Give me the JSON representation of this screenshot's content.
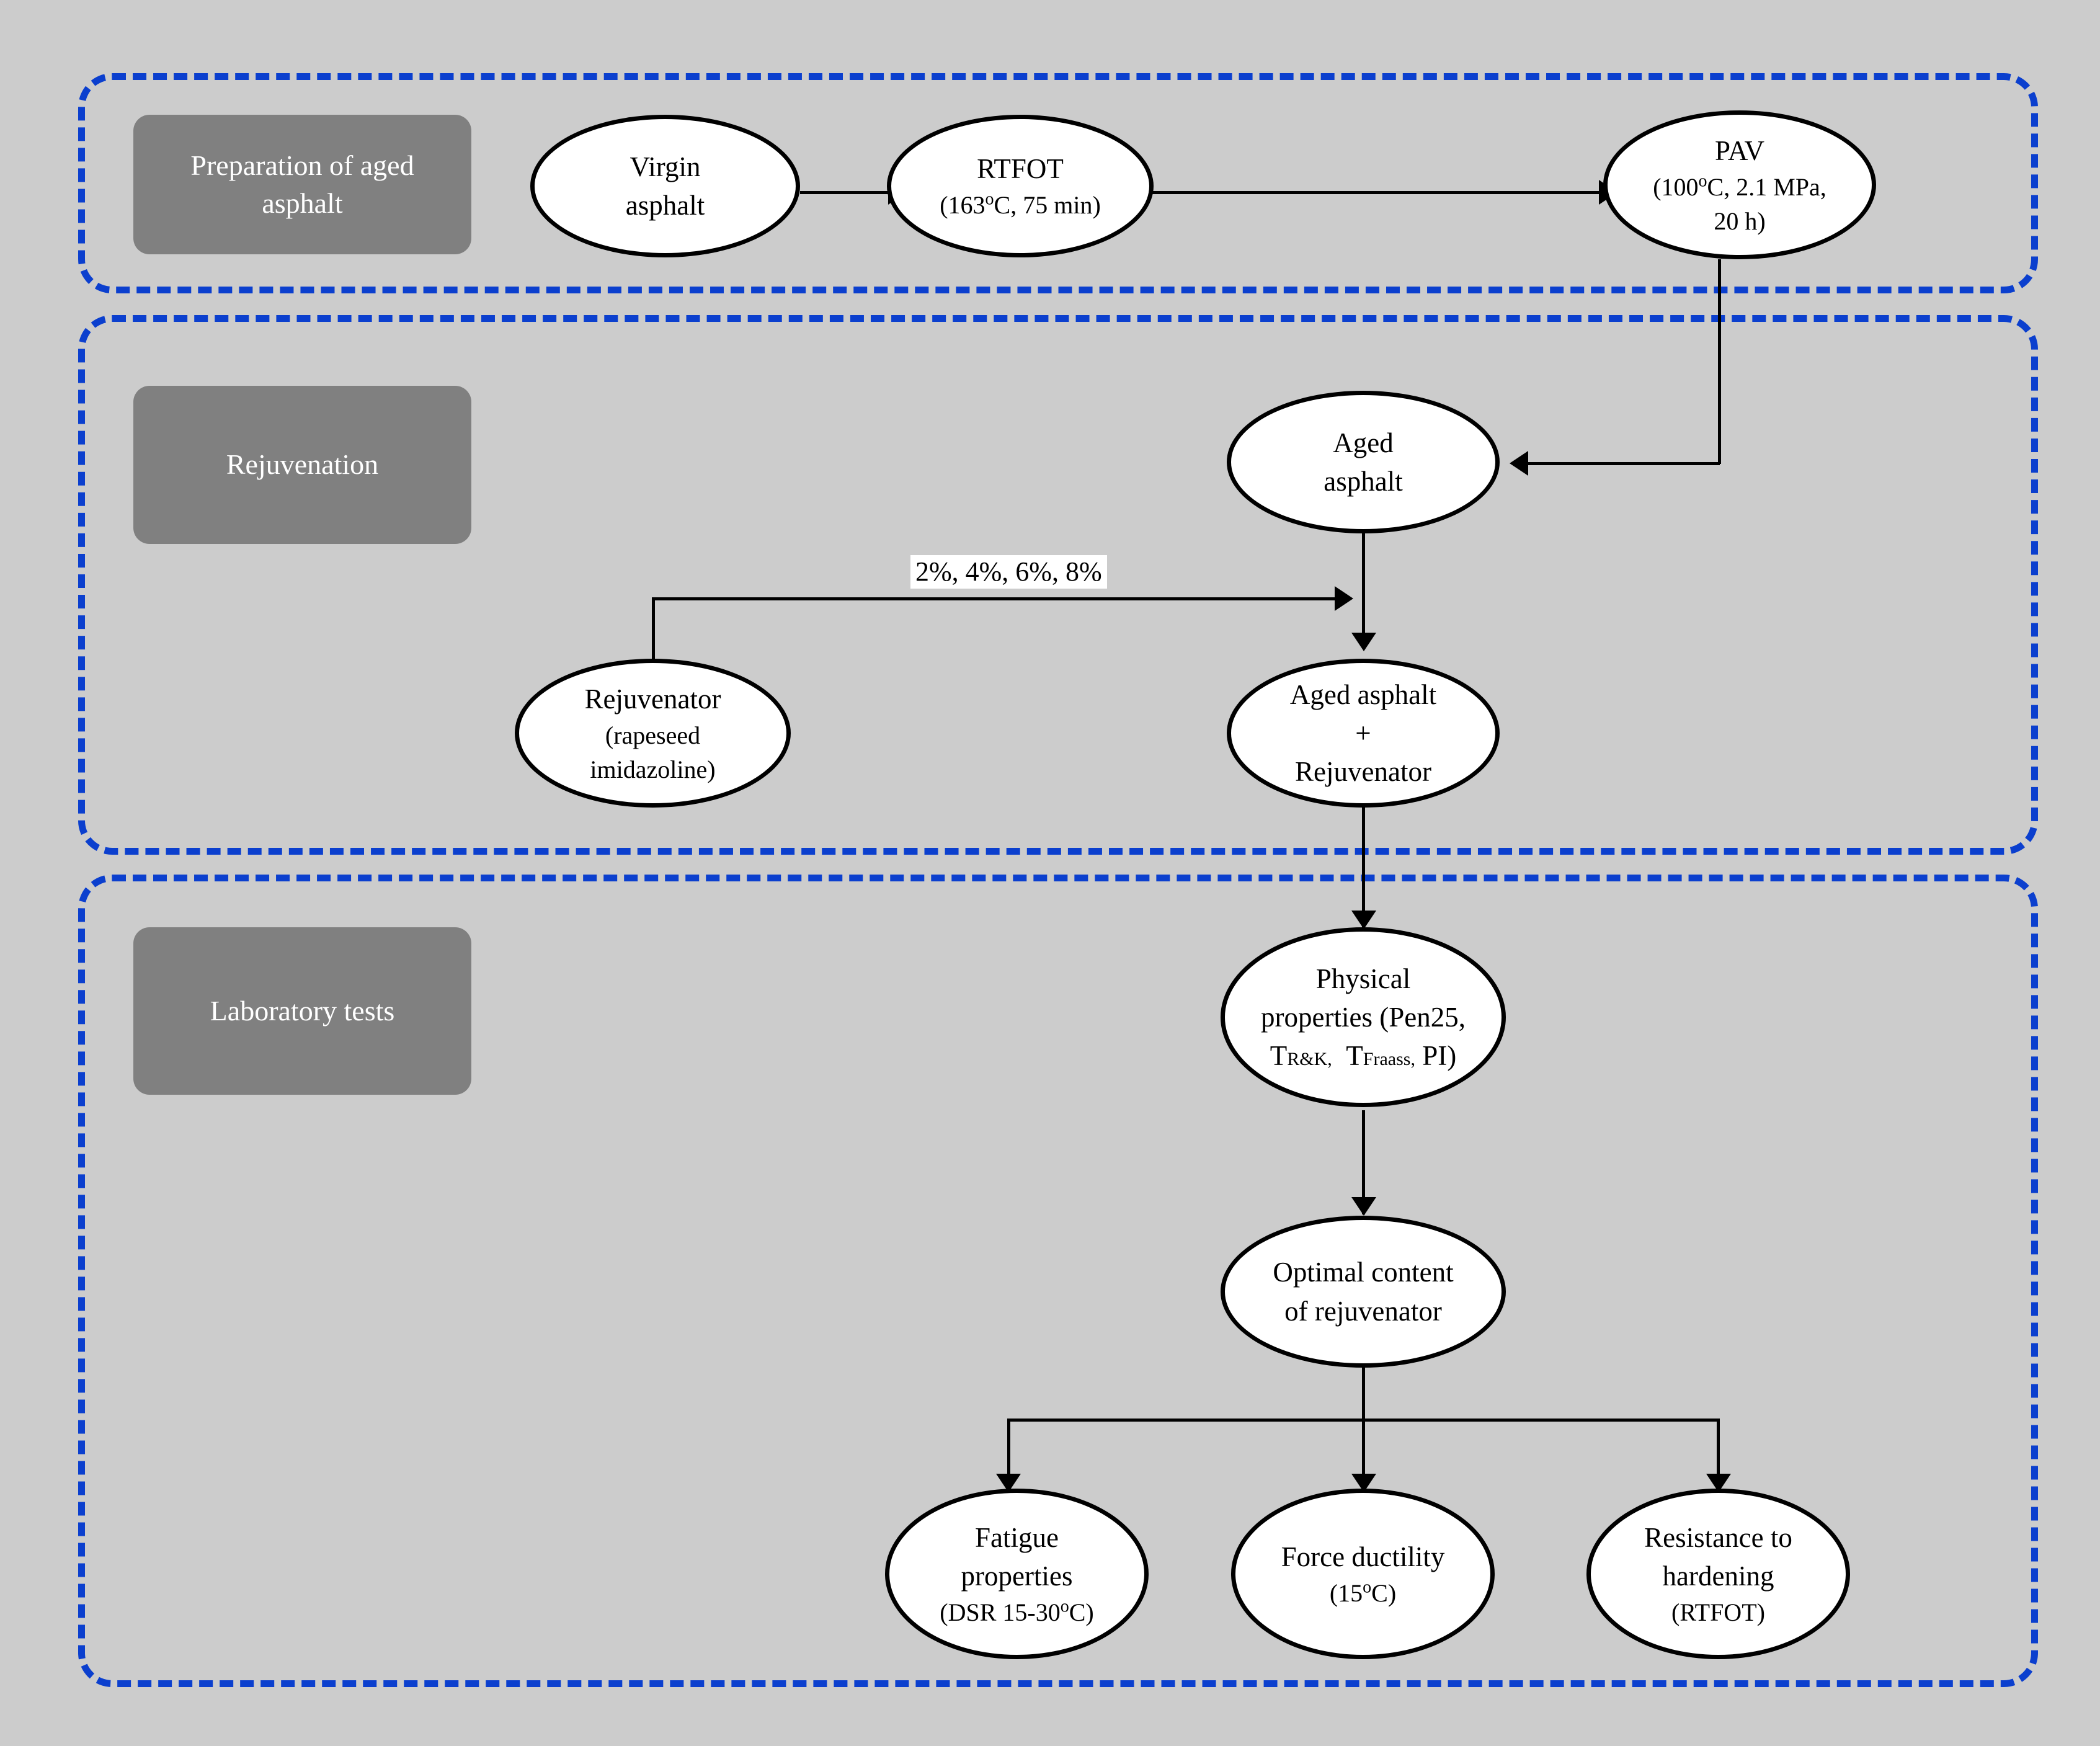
{
  "figure": {
    "type": "flowchart",
    "background_color": "#cccccc",
    "frame_color": "#0b3fce",
    "stage_label_color": "#808080",
    "node_fill": "#ffffff",
    "node_stroke": "#000000"
  },
  "sections": [
    {
      "id": "preparation",
      "label": "Preparation of aged\nasphalt",
      "label_line1": "Preparation of aged",
      "label_line2": "asphalt"
    },
    {
      "id": "rejuvenation",
      "label": "Rejuvenation",
      "label_line1": "Rejuvenation",
      "label_line2": ""
    },
    {
      "id": "laboratory",
      "label": "Laboratory tests",
      "label_line1": "Laboratory tests",
      "label_line2": ""
    }
  ],
  "nodes": {
    "virgin_asphalt": {
      "line1": "Virgin",
      "line2": "asphalt"
    },
    "rtfot": {
      "line1": "RTFOT",
      "line2_pre": "(163",
      "line2_sup": "o",
      "line2_post": "C, 75 min)"
    },
    "pav": {
      "line1": "PAV",
      "line2_pre": "(100",
      "line2_sup": "o",
      "line2_post": "C, 2.1 MPa,",
      "line3": "20 h)"
    },
    "aged_asphalt": {
      "line1": "Aged",
      "line2": "asphalt"
    },
    "rejuvenator": {
      "line1": "Rejuvenator",
      "line2": "(rapeseed",
      "line3": "imidazoline)"
    },
    "aged_plus_rejuvenator": {
      "line1": "Aged asphalt",
      "line2": "+",
      "line3": "Rejuvenator"
    },
    "physical_properties": {
      "line1": "Physical",
      "line2": "properties (Pen25,",
      "line3_t1": "T",
      "line3_sub1": "R&K,",
      "line3_t2": "T",
      "line3_sub2": "Fraass,",
      "line3_tail": "PI)"
    },
    "optimal_content": {
      "line1": "Optimal content",
      "line2": "of rejuvenator"
    },
    "fatigue_properties": {
      "line1": "Fatigue",
      "line2": "properties",
      "line3_pre": "(DSR 15-30",
      "line3_sup": "o",
      "line3_post": "C)"
    },
    "force_ductility": {
      "line1": "Force ductility",
      "line2_pre": "(15",
      "line2_sup": "o",
      "line2_post": "C)"
    },
    "resistance_to_hardening": {
      "line1": "Resistance to",
      "line2": "hardening",
      "line3": "(RTFOT)"
    }
  },
  "edges": {
    "dosage_label": "2%, 4%, 6%, 8%"
  }
}
